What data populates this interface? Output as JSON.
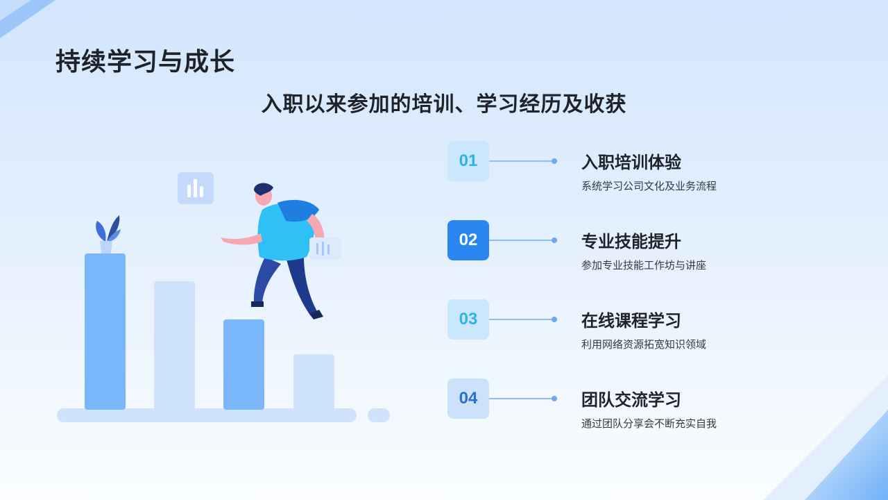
{
  "slide": {
    "title": "持续学习与成长",
    "subtitle": "入职以来参加的培训、学习经历及收获"
  },
  "items": [
    {
      "number": "01",
      "title": "入职培训体验",
      "description": "系统学习公司文化及业务流程",
      "style": "light"
    },
    {
      "number": "02",
      "title": "专业技能提升",
      "description": "参加专业技能工作坊与讲座",
      "style": "dark"
    },
    {
      "number": "03",
      "title": "在线课程学习",
      "description": "利用网络资源拓宽知识领域",
      "style": "light"
    },
    {
      "number": "04",
      "title": "团队交流学习",
      "description": "通过团队分享会不断充实自我",
      "style": "pale"
    }
  ],
  "colors": {
    "accent": "#2a87f2",
    "bar_dark": "#7ab6fa",
    "bar_light": "#cfe3fd",
    "text": "#1f2329"
  }
}
